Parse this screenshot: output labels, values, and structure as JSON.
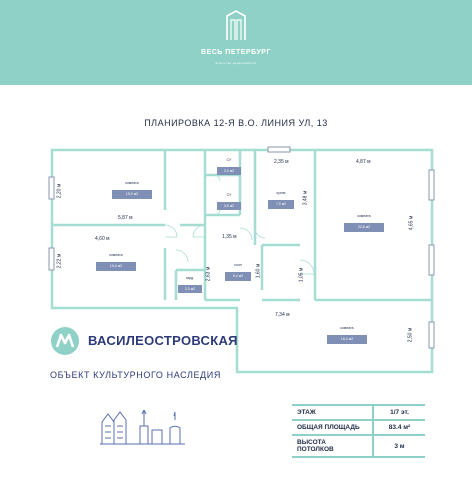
{
  "brand": {
    "title": "ВЕСЬ ПЕТЕРБУРГ",
    "subtitle": "агентство недвижимости",
    "accent": "#8fd1c6"
  },
  "plan_title": "ПЛАНИРОВКА  12-Я В.О. ЛИНИЯ УЛ, 13",
  "rooms": {
    "room1": {
      "label": "комната",
      "area": "15,9 м2"
    },
    "room2": {
      "label": "комната",
      "area": "10,4 м2"
    },
    "room3": {
      "label": "комната",
      "area": "22,8 м2"
    },
    "room4": {
      "label": "комната",
      "area": "16,4 м2"
    },
    "wc1": {
      "label": "СУ",
      "area": "2,0 м2"
    },
    "wc2": {
      "label": "СУ",
      "area": "3,5 м2"
    },
    "kitchen": {
      "label": "кухня",
      "area": "7,9 м2"
    },
    "hall": {
      "label": "холл",
      "area": "5,4 м2"
    },
    "wardrobe": {
      "label": "гард.",
      "area": "2,3 м2"
    }
  },
  "dims": {
    "d1": "2,20 м",
    "d2": "5,87 м",
    "d3": "4,60 м",
    "d4": "2,22 м",
    "d5": "1,35 м",
    "d6": "2,63 м",
    "d7": "1,60 м",
    "d8": "2,35 м",
    "d9": "3,48 м",
    "d10": "4,87 м",
    "d11": "4,65 м",
    "d12": "1,05 м",
    "d13": "7,34 м",
    "d14": "2,50 м"
  },
  "metro": {
    "name": "ВАСИЛЕОСТРОВСКАЯ",
    "icon": "metro-icon",
    "color": "#8fd1c6"
  },
  "heritage": "ОБЪЕКТ КУЛЬТУРНОГО НАСЛЕДИЯ",
  "info": {
    "floor_label": "ЭТАЖ",
    "floor_value": "1/7 эт.",
    "area_label": "ОБЩАЯ ПЛОЩАДЬ",
    "area_value": "83.4 м²",
    "height_label_1": "ВЫСОТА",
    "height_label_2": "ПОТОЛКОВ",
    "height_value": "3 м"
  }
}
